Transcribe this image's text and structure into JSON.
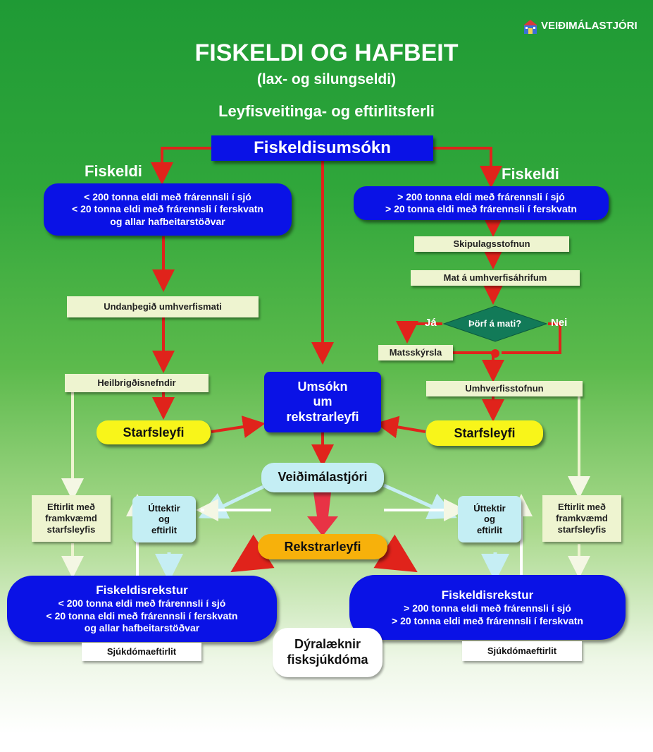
{
  "logo": {
    "text": "VEIÐIMÁLASTJÓRI",
    "icon": "fish-building-icon"
  },
  "title": "FISKELDI OG HAFBEIT",
  "subtitle": "(lax- og silungseldi)",
  "subtitle2": "Leyfisveitinga- og eftirlitsferli",
  "colors": {
    "blue": "#0a12e6",
    "red": "#e0231b",
    "yellow": "#f8f51a",
    "orange": "#f7b10b",
    "cyan": "#c4eef4",
    "pale": "#eef4d0",
    "diamond": "#127a58"
  },
  "nodes": {
    "application": "Fiskeldisumsókn",
    "left_heading": "Fiskeldi",
    "right_heading": "Fiskeldi",
    "left_criteria": [
      "< 200 tonna eldi með frárennsli í sjó",
      "< 20 tonna eldi með frárennsli í ferskvatn",
      "og allar hafbeitarstöðvar"
    ],
    "right_criteria": [
      "> 200 tonna eldi með frárennsli í sjó",
      "> 20 tonna eldi með frárennsli í ferskvatn"
    ],
    "planning_agency": "Skipulagsstofnun",
    "eia": "Mat á umhverfisáhrifum",
    "eia_question": "Þörf á mati?",
    "yes": "Já",
    "no": "Nei",
    "eia_report": "Matsskýrsla",
    "exempt": "Undanþegið umhverfismati",
    "health_committees": "Heilbrigðisnefndir",
    "environment_agency": "Umhverfisstofnun",
    "permit_app": [
      "Umsókn",
      "um",
      "rekstrarleyfi"
    ],
    "work_permit_left": "Starfsleyfi",
    "work_permit_right": "Starfsleyfi",
    "director": "Veiðimálastjóri",
    "audits_left": [
      "Úttektir",
      "og",
      "eftirlit"
    ],
    "audits_right": [
      "Úttektir",
      "og",
      "eftirlit"
    ],
    "monitor_left": [
      "Eftirlit með",
      "framkvæmd",
      "starfsleyfis"
    ],
    "monitor_right": [
      "Eftirlit með",
      "framkvæmd",
      "starfsleyfis"
    ],
    "operating_license": "Rekstrarleyfi",
    "operation_left": [
      "Fiskeldisrekstur",
      "< 200 tonna eldi með frárennsli í sjó",
      "< 20 tonna eldi með frárennsli í ferskvatn",
      "og allar hafbeitarstöðvar"
    ],
    "operation_right": [
      "Fiskeldisrekstur",
      "> 200 tonna eldi með frárennsli í sjó",
      "> 20 tonna eldi með frárennsli í ferskvatn"
    ],
    "vet": [
      "Dýralæknir",
      "fisksjúkdóma"
    ],
    "disease_left": "Sjúkdómaeftirlit",
    "disease_right": "Sjúkdómaeftirlit"
  }
}
